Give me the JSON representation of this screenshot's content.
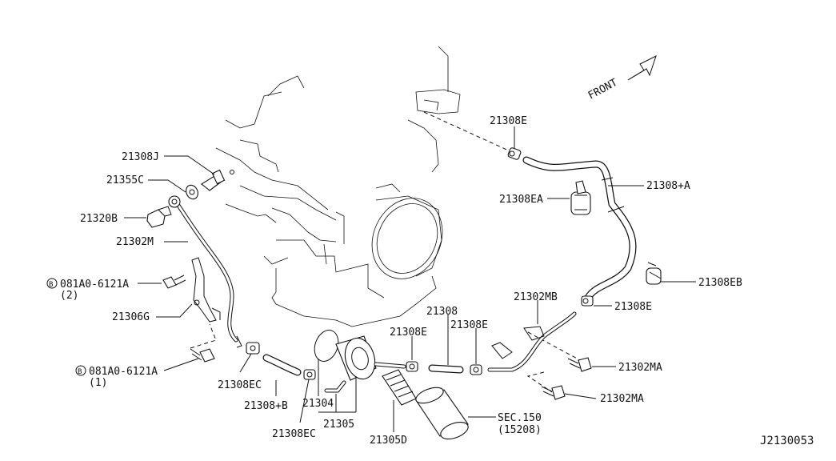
{
  "diagram": {
    "front_label": "FRONT",
    "drawing_number": "J2130053",
    "labels": {
      "p21308J": "21308J",
      "p21355C": "21355C",
      "p21320B": "21320B",
      "p21302M": "21302M",
      "bolt2_code": "081A0-6121A",
      "bolt2_qty": "(2)",
      "p21306G": "21306G",
      "bolt1_code": "081A0-6121A",
      "bolt1_qty": "(1)",
      "p21308EC_left": "21308EC",
      "p21308BB": "21308+B",
      "p21308EC_bottom": "21308EC",
      "p21304": "21304",
      "p21305": "21305",
      "p21305D": "21305D",
      "sec150": "SEC.150",
      "sec150_ref": "(15208)",
      "p21308_center": "21308",
      "p21308E_center": "21308E",
      "p21308E_right_center": "21308E",
      "p21308E_top": "21308E",
      "p21308EA": "21308EA",
      "p21308A": "21308+A",
      "p21308EB": "21308EB",
      "p21302MB": "21302MB",
      "p21308E_lower": "21308E",
      "p21302MA_upper": "21302MA",
      "p21302MA_lower": "21302MA",
      "bolt_symbol": "B"
    }
  }
}
